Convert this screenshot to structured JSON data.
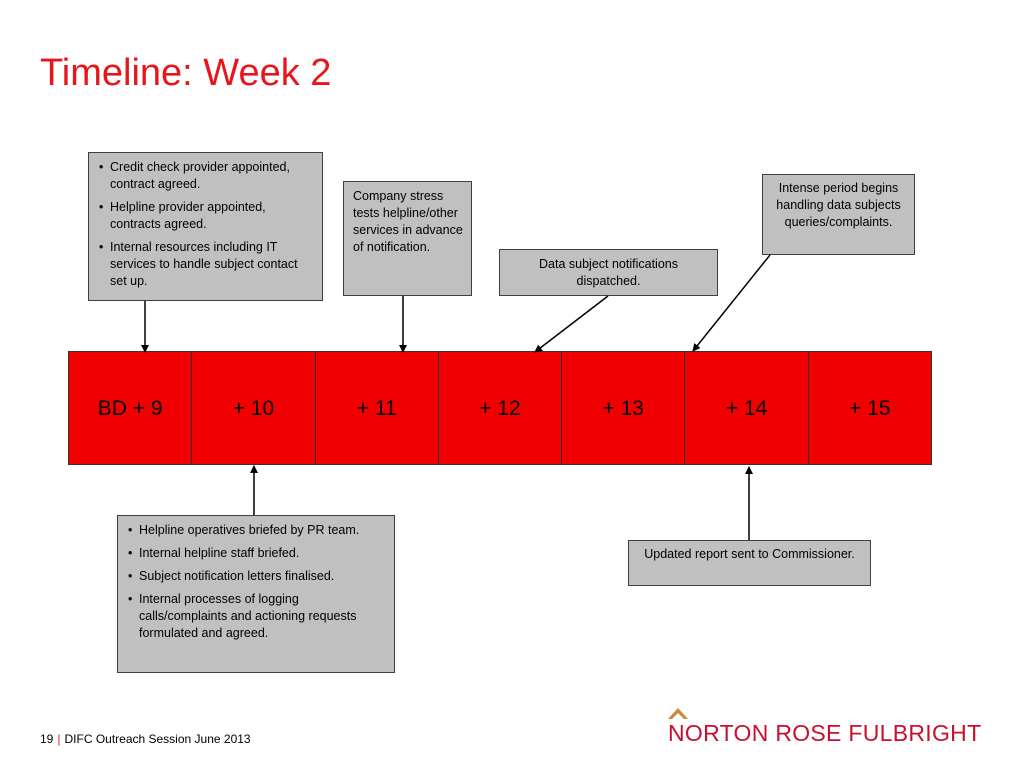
{
  "slide": {
    "title": "Timeline: Week 2"
  },
  "boxes": {
    "box_top_1": {
      "items": [
        "Credit check provider appointed, contract agreed.",
        "Helpline provider appointed, contracts agreed.",
        "Internal resources including IT services to handle subject contact set up."
      ]
    },
    "box_top_2": {
      "text": "Company stress tests helpline/other services in advance of notification."
    },
    "box_top_3": {
      "text": "Data subject notifications dispatched."
    },
    "box_top_4": {
      "text": "Intense period begins handling data subjects queries/complaints."
    },
    "box_bottom_1": {
      "items": [
        "Helpline operatives briefed by PR team.",
        "Internal helpline staff briefed.",
        "Subject notification letters finalised.",
        "Internal processes of logging calls/complaints and actioning requests formulated and agreed."
      ]
    },
    "box_bottom_2": {
      "text": "Updated report sent to Commissioner."
    }
  },
  "timeline": {
    "cells": [
      "BD + 9",
      "+ 10",
      "+ 11",
      "+ 12",
      "+ 13",
      "+ 14",
      "+ 15"
    ],
    "fill_color": "#f00000"
  },
  "footer": {
    "page_number": "19",
    "separator": "|",
    "text": "DIFC Outreach Session June 2013"
  },
  "logo": {
    "text": "NORTON ROSE FULBRIGHT",
    "color": "#c8102e"
  },
  "colors": {
    "title": "#e8151b",
    "box_fill": "#c0c0c0"
  }
}
